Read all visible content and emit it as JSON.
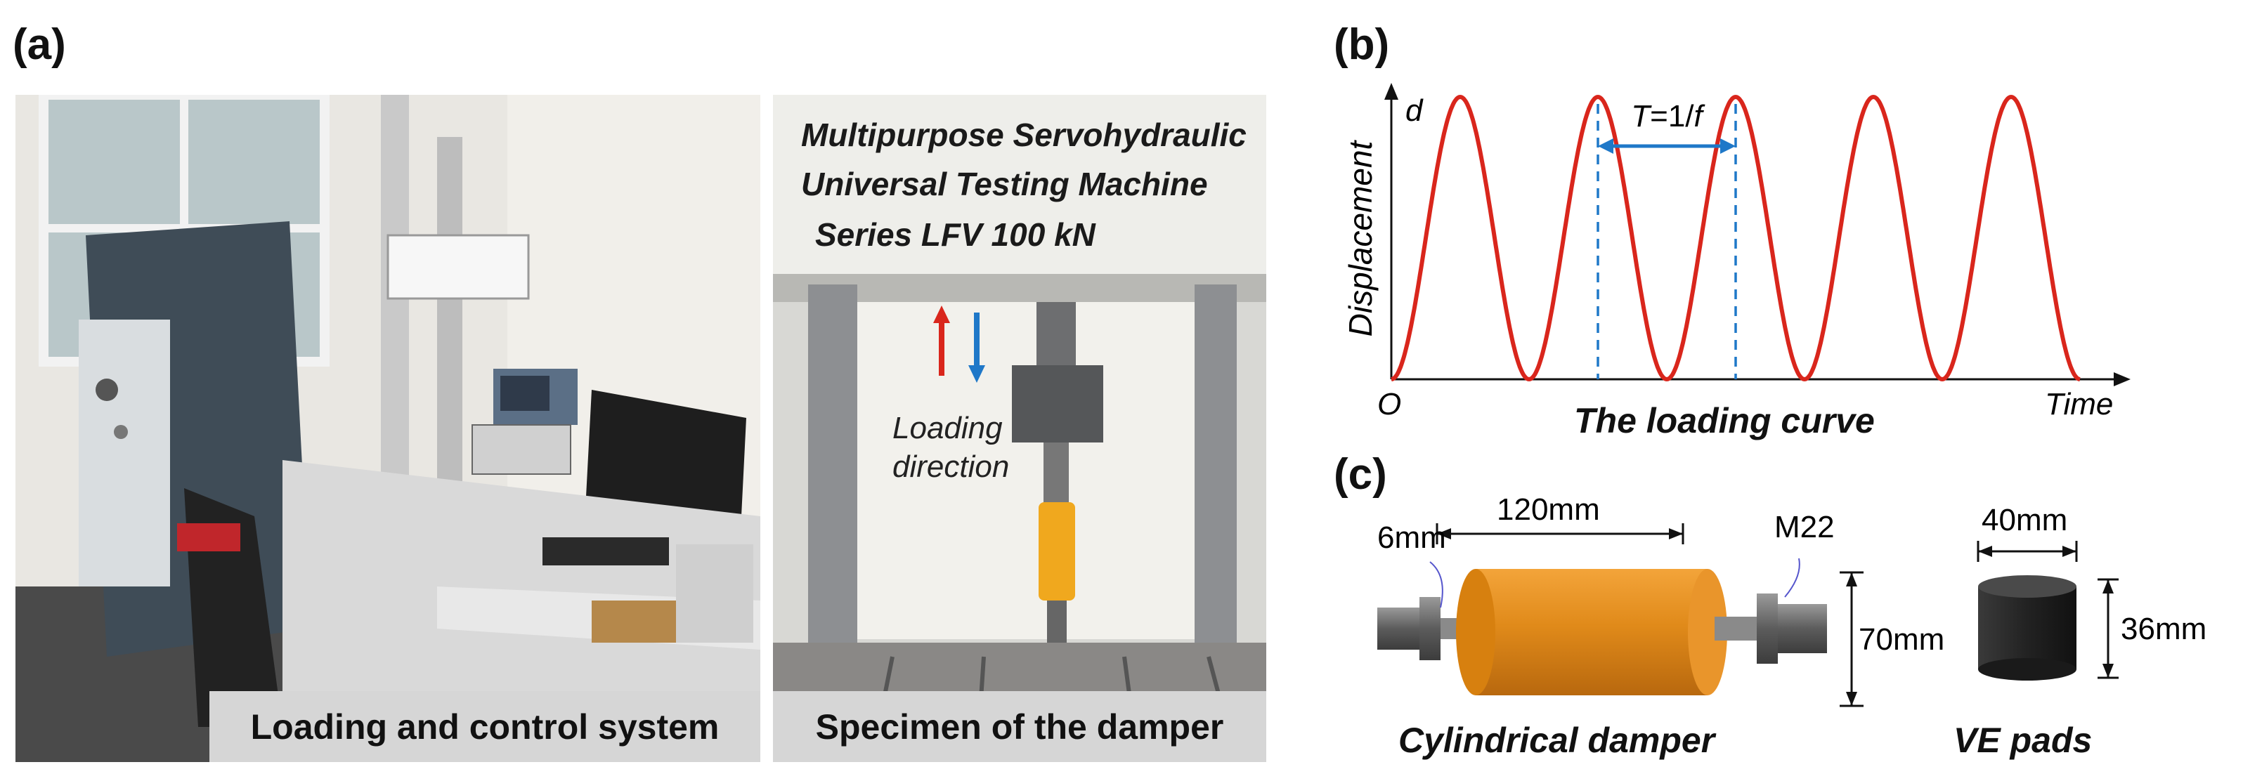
{
  "panel_labels": {
    "a": "(a)",
    "b": "(b)",
    "c": "(c)"
  },
  "panel_a": {
    "left_caption": "Loading and control system",
    "right_caption": "Specimen of the damper",
    "machine_label": [
      "Multipurpose Servohydraulic",
      "Universal Testing Machine",
      "Series LFV 100 kN"
    ],
    "loading_direction": [
      "Loading",
      "direction"
    ]
  },
  "panel_b": {
    "y_axis_label": "Displacement",
    "y_axis_symbol": "d",
    "x_axis_label": "Time",
    "origin_label": "O",
    "period_label_T": "T",
    "period_label_eq": "=1/",
    "period_label_f": "f",
    "caption": "The loading curve",
    "colors": {
      "curve": "#d9261c",
      "period": "#1f78c8"
    }
  },
  "panel_c": {
    "dims": {
      "bolt": "6mm",
      "length": "120mm",
      "thread": "M22",
      "diameter": "70mm",
      "pad_width": "40mm",
      "pad_height": "36mm"
    },
    "damper_caption": "Cylindrical damper",
    "pads_caption": "VE pads",
    "colors": {
      "damper": "#e08a1a",
      "pad": "#2b2b2b"
    }
  },
  "chart_data": {
    "type": "line",
    "title": "The loading curve",
    "xlabel": "Time",
    "ylabel": "Displacement",
    "series": [
      {
        "shape": "sinusoid",
        "cycles": 5,
        "starts_at": "minimum"
      }
    ],
    "annotation": "T=1/f"
  }
}
